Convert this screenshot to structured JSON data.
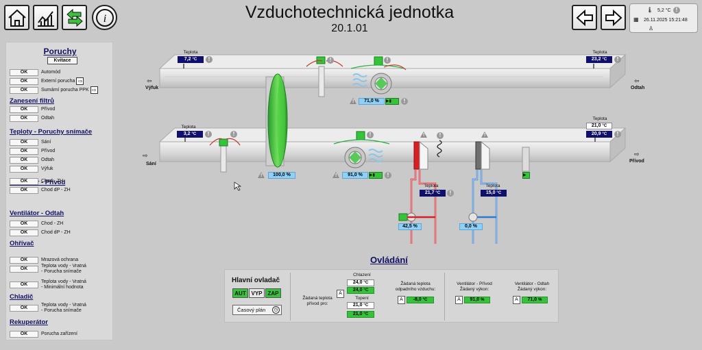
{
  "header": {
    "title": "Vzduchotechnická jednotka",
    "subtitle": "20.1.01",
    "buttons": {
      "home": "home-icon",
      "trends": "chart-icon",
      "override": "swap-arrows-icon",
      "info": "info-icon",
      "prev": "arrow-left-icon",
      "next": "arrow-right-icon"
    },
    "status": {
      "outdoor_temp": "5,2 °C",
      "datetime": "26.11.2025 15:21:48"
    }
  },
  "faults": {
    "title": "Poruchy",
    "ack_label": "Kvitace",
    "ok": "OK",
    "sections": [
      {
        "title": "",
        "items": [
          "Automód",
          "Externí porucha",
          "Sumární porucha PPK"
        ]
      },
      {
        "title": "Zanesení filtrů",
        "items": [
          "Přívod",
          "Odtah"
        ]
      },
      {
        "title": "Teploty - Poruchy snímače",
        "items": [
          "Sání",
          "Přívod",
          "Odtah",
          "Výfuk"
        ]
      },
      {
        "title": "Ventilátor - Přívod",
        "items": [
          "Chod - ZH",
          "Chod dP - ZH"
        ]
      },
      {
        "title": "Ventilátor - Odtah",
        "items": [
          "Chod - ZH",
          "Chod dP - ZH"
        ]
      },
      {
        "title": "Ohřívač",
        "items": [
          "Mrazová ochrana",
          "Teplota vody - Vratná\n- Porucha snímače",
          "Teplota vody - Vratná\n- Minimální hodnota"
        ]
      },
      {
        "title": "Chladič",
        "items": [
          "Teplota vody - Vratná\n- Porucha snímače"
        ]
      },
      {
        "title": "Rekuperátor",
        "items": [
          "Porucha zařízení"
        ]
      }
    ]
  },
  "schema": {
    "temp_label": "Teplota",
    "vyfuk_label": "Výfuk",
    "odtah_label": "Odtah",
    "sani_label": "Sání",
    "privod_label": "Přívod",
    "t_vyfuk": "7,2",
    "t_odtah": "23,2",
    "t_sani": "3,2",
    "t_privod_set": "21,0",
    "t_privod": "20,9",
    "t_heater_water": "21,7",
    "t_cooler_water": "15,0",
    "unit_c": "°C",
    "exhaust_fan_pct": "71,0 %",
    "supply_fan_pct": "91,0 %",
    "recuperator_pct": "100,0 %",
    "heater_valve_pct": "42,5 %",
    "cooler_valve_pct": "0,0 %"
  },
  "control": {
    "title": "Ovládání",
    "main_label": "Hlavní ovladač",
    "modes": [
      "AUT",
      "VYP",
      "ZAP"
    ],
    "schedule_label": "Časový plán",
    "supply_setpoint_label": "Žádaná teplota\npřívod pro:",
    "cooling_label": "Chlazení",
    "heating_label": "Topení",
    "cool_set": "24,0",
    "cool_val": "24,0",
    "heat_set": "21,0",
    "heat_val": "21,0",
    "mode_letter": "A",
    "exhaust_setpoint_label": "Žádaná teplota\nodpadního vzduchu:",
    "exhaust_setpoint": "-8,0",
    "fan_supply_label": "Ventilátor - Přívod\nŽádaný výkon:",
    "fan_supply_val": "91,0",
    "fan_exhaust_label": "Ventilátor - Odtah\nŽádaný výkon:",
    "fan_exhaust_val": "71,0",
    "unit_pct": "%"
  },
  "colors": {
    "accent_green": "#36c23a",
    "dark_value": "#0f0f6e",
    "heater_red": "#d91f26",
    "cooler_blue": "#2a7bd6"
  }
}
